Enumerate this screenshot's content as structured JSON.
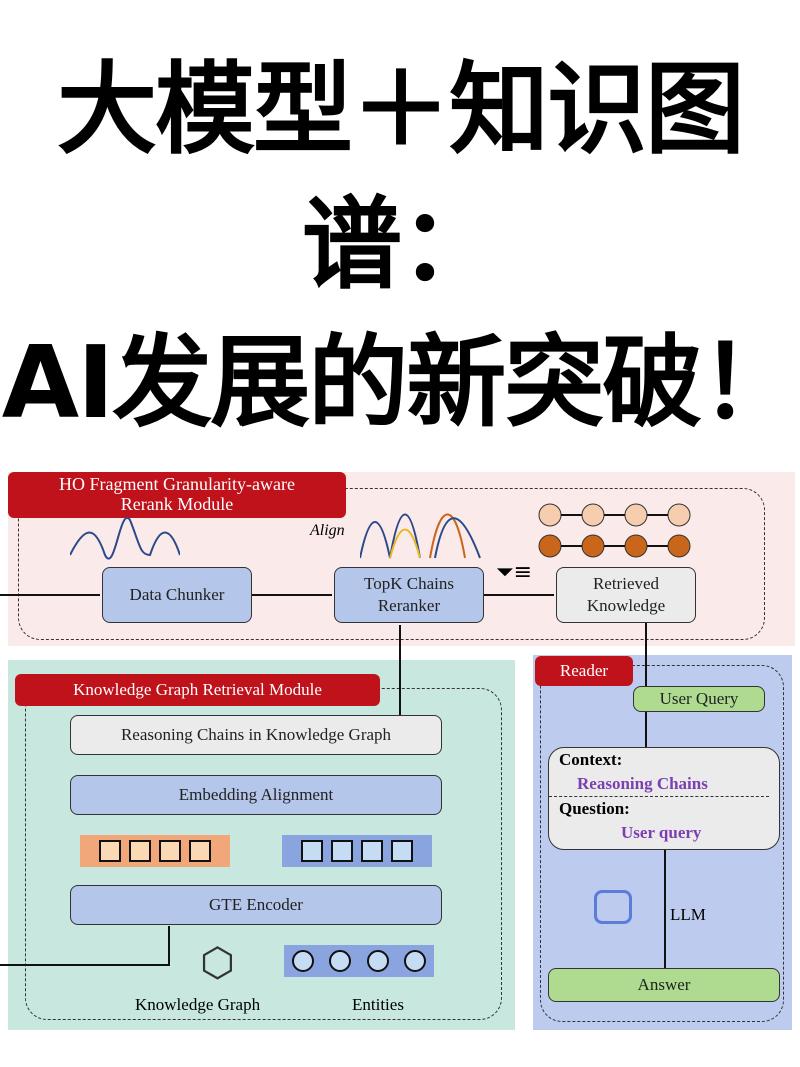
{
  "title": {
    "line1": "大模型＋知识图",
    "line2": "谱：",
    "line3": "AI发展的新突破！"
  },
  "rerank_module": {
    "tag": "HO Fragment Granularity-aware Rerank Module",
    "data_chunker": "Data Chunker",
    "topk_reranker": "TopK Chains Reranker",
    "retrieved_knowledge": "Retrieved Knowledge",
    "align_label": "Align"
  },
  "kg_module": {
    "tag": "Knowledge Graph Retrieval Module",
    "reasoning_chains": "Reasoning Chains in Knowledge Graph",
    "embedding_alignment": "Embedding Alignment",
    "gte_encoder": "GTE Encoder",
    "knowledge_graph": "Knowledge Graph",
    "entities": "Entities"
  },
  "reader": {
    "tag": "Reader",
    "user_query": "User Query",
    "context_label": "Context:",
    "context_value": "Reasoning Chains",
    "question_label": "Question:",
    "question_value": "User query",
    "llm": "LLM",
    "answer": "Answer"
  },
  "colors": {
    "red_tag": "#c0121b",
    "pink_bg": "#fbeaea",
    "teal_bg": "#c7e7df",
    "blue_bg": "#bccbee",
    "purple_text": "#7b3fb0"
  }
}
